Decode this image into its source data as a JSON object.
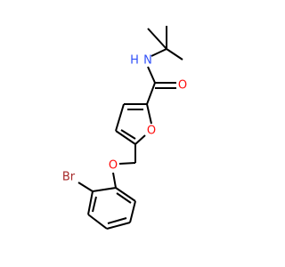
{
  "molecule": {
    "atoms": {
      "amide_nitrogen": "N",
      "amide_hydrogen": "H",
      "carbonyl_oxygen": "O",
      "furan_oxygen": "O",
      "ether_oxygen": "O",
      "bromine": "Br"
    },
    "colors": {
      "bond": "#000000",
      "nitrogen": "#3050F8",
      "oxygen": "#FF0D0D",
      "bromine": "#A62929",
      "background": "#FFFFFF"
    }
  }
}
